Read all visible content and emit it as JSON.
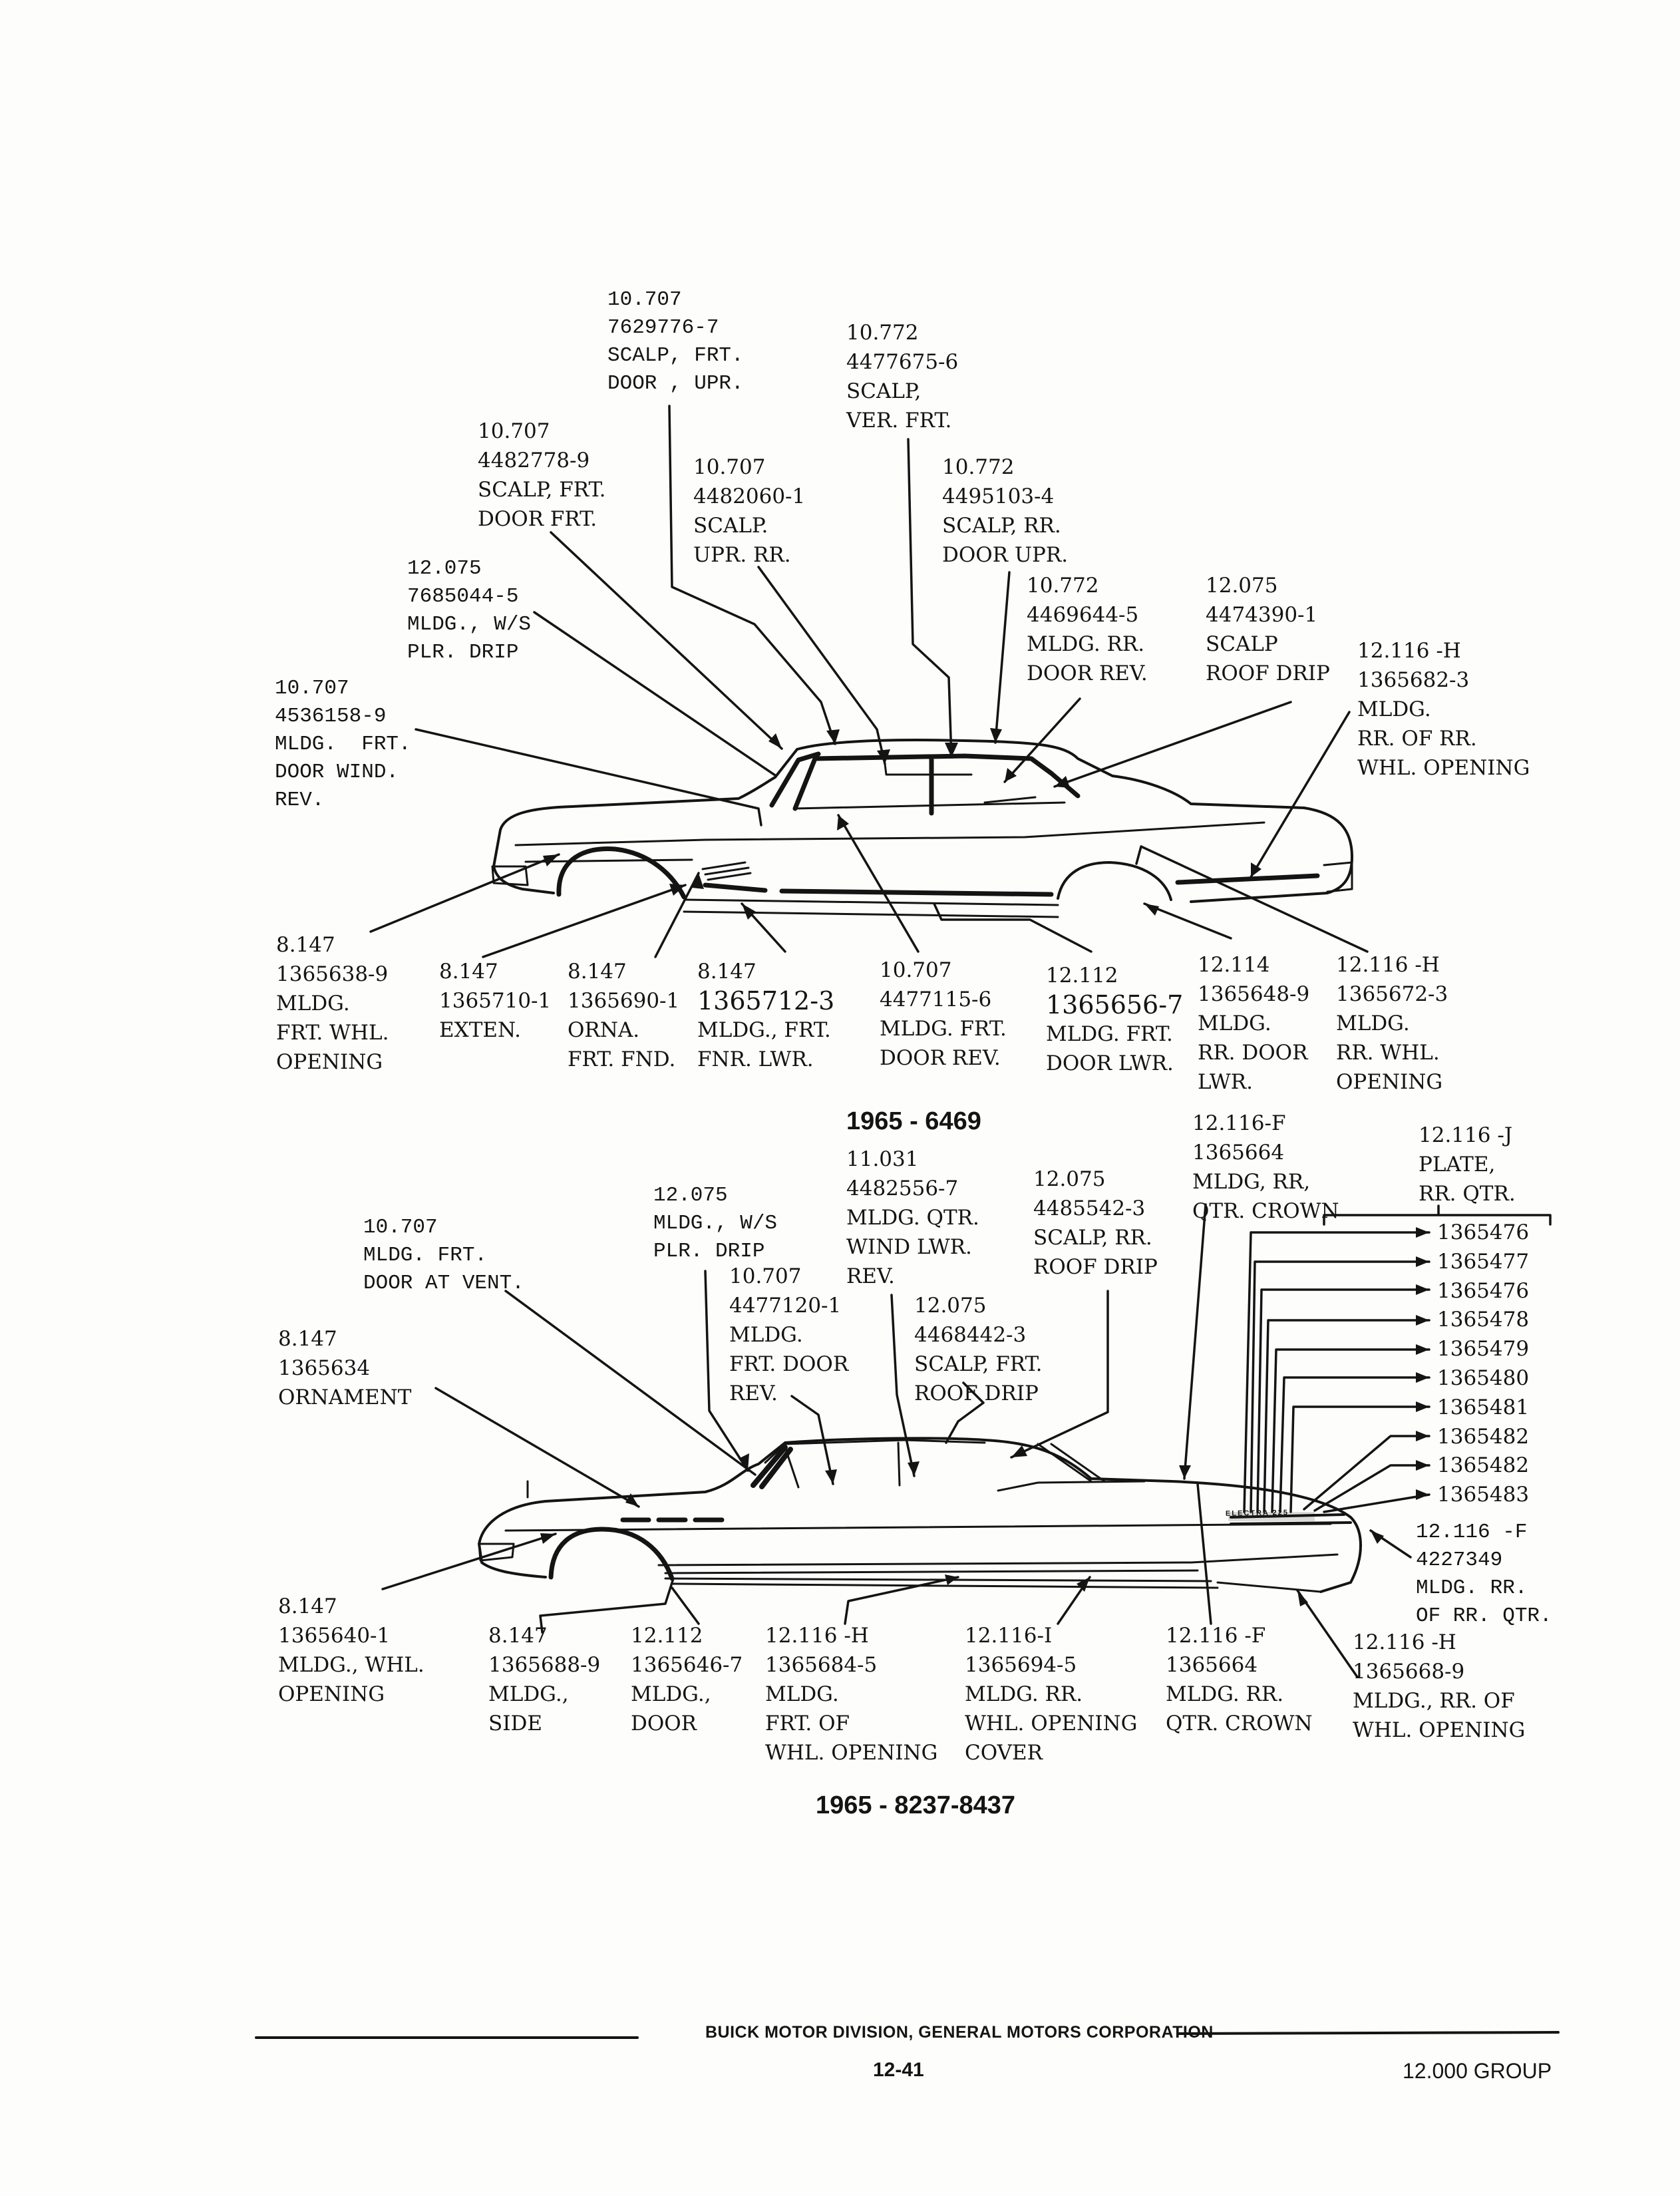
{
  "upper_diagram": {
    "caption": "1965 - 6469",
    "callouts": [
      {
        "id": "frt-door-upr-scalp",
        "lines": [
          "10.707",
          "7629776-7",
          "SCALP, FRT.",
          "DOOR , UPR."
        ]
      },
      {
        "id": "ver-frt-scalp",
        "lines": [
          "10.772",
          "4477675-6",
          "SCALP,",
          "VER. FRT."
        ]
      },
      {
        "id": "frt-door-frt-scalp",
        "lines": [
          "10.707",
          "4482778-9",
          "SCALP, FRT.",
          "DOOR FRT."
        ]
      },
      {
        "id": "upr-rr-scalp",
        "lines": [
          "10.707",
          "4482060-1",
          "SCALP.",
          "UPR. RR."
        ]
      },
      {
        "id": "rr-door-upr-scalp",
        "lines": [
          "10.772",
          "4495103-4",
          "SCALP, RR.",
          "DOOR UPR."
        ]
      },
      {
        "id": "ws-plr-drip-mldg-upper",
        "lines": [
          "12.075",
          "7685044-5",
          "MLDG., W/S",
          "PLR. DRIP"
        ]
      },
      {
        "id": "rr-door-rev-mldg",
        "lines": [
          "10.772",
          "4469644-5",
          "MLDG. RR.",
          "DOOR REV."
        ]
      },
      {
        "id": "roof-drip-scalp-upper",
        "lines": [
          "12.075",
          "4474390-1",
          "SCALP",
          "ROOF DRIP"
        ]
      },
      {
        "id": "rr-of-rr-whl-mldg",
        "lines": [
          "12.116 -H",
          "1365682-3",
          "MLDG.",
          "RR. OF RR.",
          "WHL. OPENING"
        ]
      },
      {
        "id": "frt-door-wind-rev-mldg",
        "lines": [
          "10.707",
          "4536158-9",
          "MLDG.  FRT.",
          "DOOR WIND.",
          "REV."
        ]
      },
      {
        "id": "frt-whl-opening-mldg",
        "lines": [
          "8.147",
          "1365638-9",
          "MLDG.",
          "FRT. WHL.",
          "OPENING"
        ]
      },
      {
        "id": "exten-mldg",
        "lines": [
          "8.147",
          "1365710-1",
          "EXTEN."
        ]
      },
      {
        "id": "frt-fnd-orna",
        "lines": [
          "8.147",
          "1365690-1",
          "ORNA.",
          "FRT. FND."
        ]
      },
      {
        "id": "frt-fnr-lwr-mldg",
        "lines": [
          "8.147",
          "1365712-3",
          "MLDG., FRT.",
          "FNR. LWR."
        ]
      },
      {
        "id": "frt-door-rev-mldg-upper",
        "lines": [
          "10.707",
          "4477115-6",
          "MLDG. FRT.",
          "DOOR REV."
        ]
      },
      {
        "id": "frt-door-lwr-mldg",
        "lines": [
          "12.112",
          "1365656-7",
          "MLDG. FRT.",
          "DOOR LWR."
        ]
      },
      {
        "id": "rr-door-lwr-mldg",
        "lines": [
          "12.114",
          "1365648-9",
          "MLDG.",
          "RR. DOOR",
          "LWR."
        ]
      },
      {
        "id": "rr-whl-opening-mldg",
        "lines": [
          "12.116 -H",
          "1365672-3",
          "MLDG.",
          "RR. WHL.",
          "OPENING"
        ]
      }
    ]
  },
  "lower_diagram": {
    "caption": "1965 - 8237-8437",
    "callouts": [
      {
        "id": "qtr-crown-mldg-top",
        "lines": [
          "12.116-F",
          "1365664",
          "MLDG, RR,",
          "QTR. CROWN"
        ]
      },
      {
        "id": "rr-qtr-plate",
        "lines": [
          "12.116 -J",
          "PLATE,",
          "RR. QTR."
        ]
      },
      {
        "id": "qtr-wind-lwr-rev-mldg",
        "lines": [
          "11.031",
          "4482556-7",
          "MLDG. QTR.",
          "WIND LWR.",
          "REV."
        ]
      },
      {
        "id": "roof-drip-rr-scalp",
        "lines": [
          "12.075",
          "4485542-3",
          "SCALP, RR.",
          "ROOF DRIP"
        ]
      },
      {
        "id": "ws-plr-drip-mldg-lower",
        "lines": [
          "12.075",
          "MLDG., W/S",
          "PLR. DRIP"
        ]
      },
      {
        "id": "frt-door-at-vent-mldg",
        "lines": [
          "10.707",
          "MLDG. FRT.",
          "DOOR AT VENT."
        ]
      },
      {
        "id": "frt-door-rev-mldg-lower",
        "lines": [
          "10.707",
          "4477120-1",
          "MLDG.",
          "FRT. DOOR",
          "REV."
        ]
      },
      {
        "id": "roof-drip-frt-scalp",
        "lines": [
          "12.075",
          "4468442-3",
          "SCALP, FRT.",
          "ROOF DRIP"
        ]
      },
      {
        "id": "ornament",
        "lines": [
          "8.147",
          "1365634",
          "ORNAMENT"
        ]
      },
      {
        "id": "rr-of-rr-qtr-mldg",
        "lines": [
          "12.116 -F",
          "4227349",
          "MLDG. RR.",
          "OF RR. QTR."
        ]
      },
      {
        "id": "whl-opening-mldg",
        "lines": [
          "8.147",
          "1365640-1",
          "MLDG., WHL.",
          "OPENING"
        ]
      },
      {
        "id": "side-mldg",
        "lines": [
          "8.147",
          "1365688-9",
          "MLDG.,",
          "SIDE"
        ]
      },
      {
        "id": "door-mldg",
        "lines": [
          "12.112",
          "1365646-7",
          "MLDG.,",
          "DOOR"
        ]
      },
      {
        "id": "frt-of-whl-opening-mldg",
        "lines": [
          "12.116 -H",
          "1365684-5",
          "MLDG.",
          "FRT. OF",
          "WHL. OPENING"
        ]
      },
      {
        "id": "whl-opening-cover-mldg",
        "lines": [
          "12.116-I",
          "1365694-5",
          "MLDG. RR.",
          "WHL. OPENING",
          "COVER"
        ]
      },
      {
        "id": "qtr-crown-mldg-bottom",
        "lines": [
          "12.116 -F",
          "1365664",
          "MLDG. RR.",
          "QTR. CROWN"
        ]
      },
      {
        "id": "rr-of-whl-opening-mldg",
        "lines": [
          "12.116 -H",
          "1365668-9",
          "MLDG., RR. OF",
          "WHL. OPENING"
        ]
      }
    ],
    "plate_part_numbers": [
      "1365476",
      "1365477",
      "1365476",
      "1365478",
      "1365479",
      "1365480",
      "1365481",
      "1365482",
      "1365482",
      "1365483"
    ],
    "emblem_text": "ELECTRA 225"
  },
  "footer": {
    "publisher": "BUICK MOTOR DIVISION, GENERAL MOTORS CORPORATION",
    "page_number": "12-41",
    "group": "12.000 GROUP"
  },
  "colors": {
    "ink": "#141414",
    "paper": "#fdfdfc"
  }
}
